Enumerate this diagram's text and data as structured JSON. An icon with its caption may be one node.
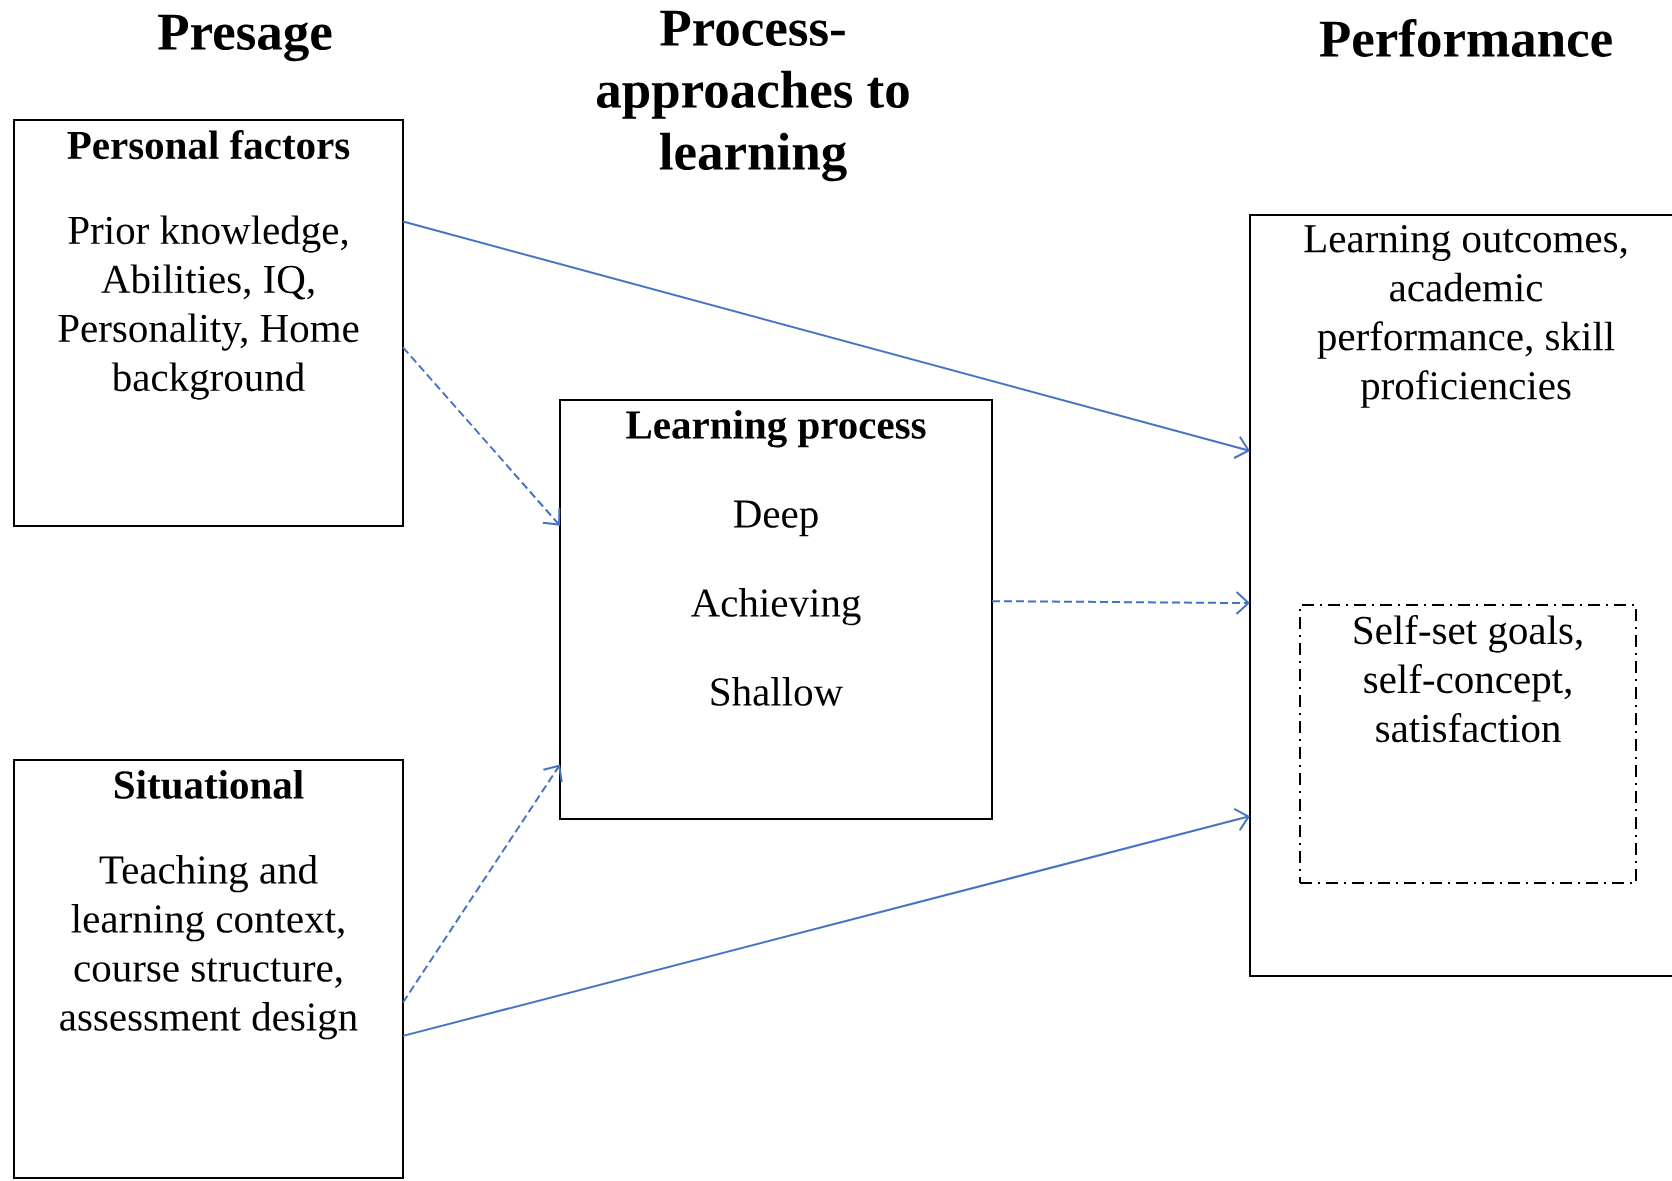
{
  "diagram": {
    "nodes": [
      {
        "text": [
          "Personal factors",
          "Prior knowledge, Abilities, IQ, Personality, Home background"
        ]
      },
      {
        "text": [
          "Situational",
          "Teaching and learning context, course structure, assessment design"
        ]
      },
      {
        "text": [
          "Learning process",
          "Deep",
          "Achieving",
          "Shallow"
        ]
      },
      {
        "text": [
          "Learning outcomes, academic performance, skill proficiencies"
        ]
      },
      {
        "text": [
          "Self-set goals, self-concept, satisfaction"
        ],
        "in": 3
      }
    ],
    "edges": [
      {
        "from": 0,
        "to": 3,
        "arrow": "to"
      },
      {
        "from": 0,
        "to": 2,
        "arrow": "to",
        "style": "dashed"
      },
      {
        "from": 1,
        "to": 2,
        "arrow": "to",
        "style": "dashed"
      },
      {
        "from": 2,
        "to": 3,
        "arrow": "to",
        "style": "dashed"
      },
      {
        "from": 1,
        "to": 3,
        "arrow": "to"
      }
    ],
    "labels": [
      "Presage",
      "Process-approaches to learning",
      "Performance"
    ]
  }
}
